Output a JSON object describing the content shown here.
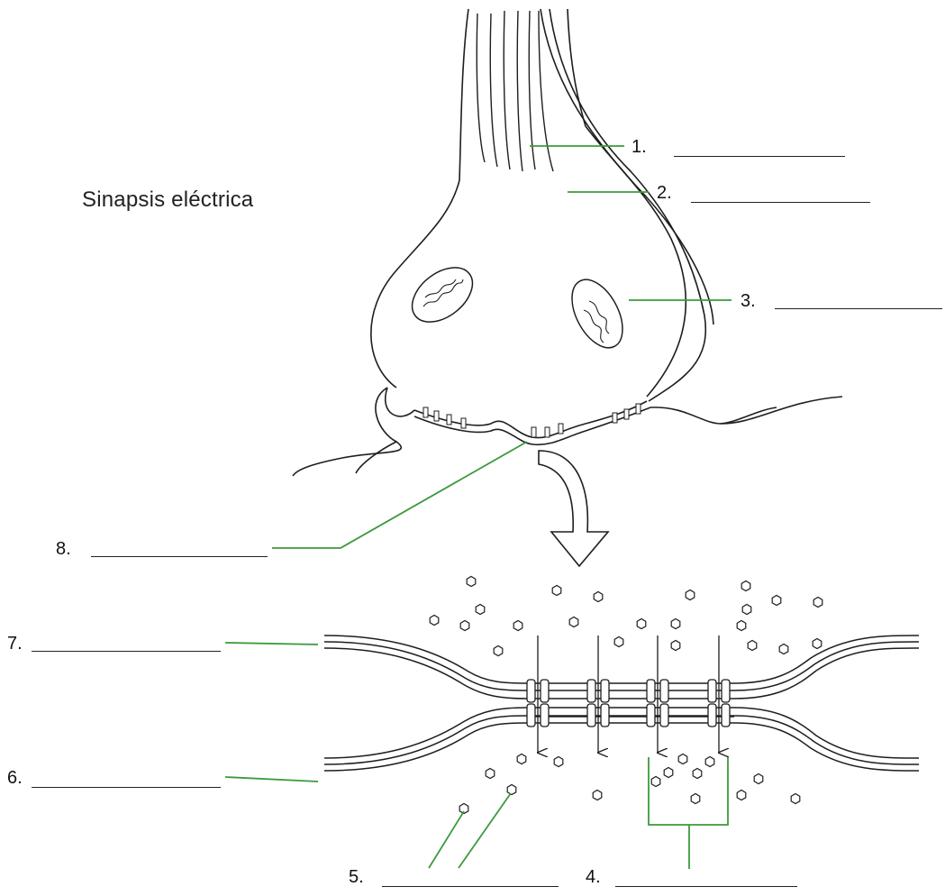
{
  "title": "Sinapsis eléctrica",
  "labels": [
    {
      "id": "1",
      "text": "1."
    },
    {
      "id": "2",
      "text": "2."
    },
    {
      "id": "3",
      "text": "3."
    },
    {
      "id": "4",
      "text": "4."
    },
    {
      "id": "5",
      "text": "5."
    },
    {
      "id": "6",
      "text": "6."
    },
    {
      "id": "7",
      "text": "7."
    },
    {
      "id": "8",
      "text": "8."
    }
  ],
  "colors": {
    "leader": "#3c9a3c",
    "outline": "#1e1e1e"
  }
}
